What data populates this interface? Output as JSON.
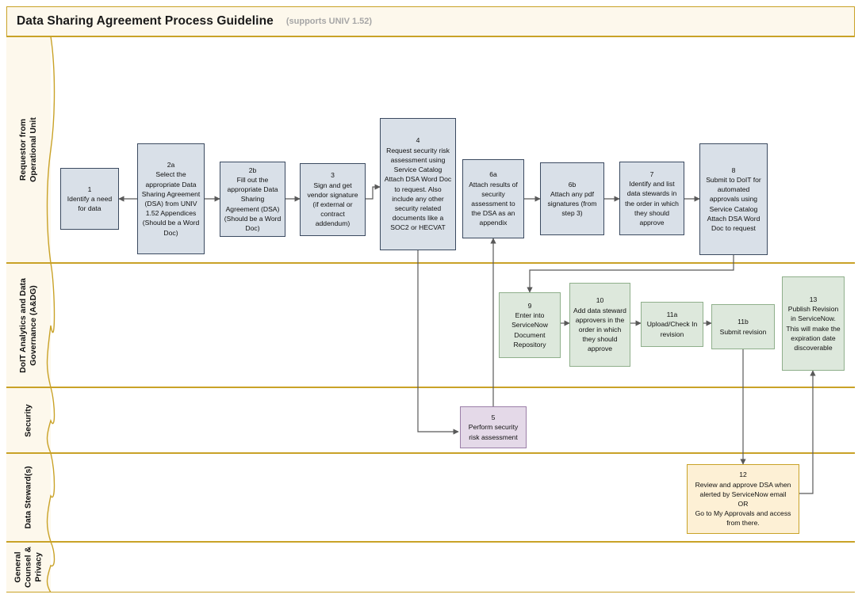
{
  "header": {
    "title": "Data Sharing Agreement Process Guideline",
    "subtitle": "(supports UNIV 1.52)"
  },
  "colors": {
    "frame_border": "#c9a227",
    "lane_header_bg": "#fdf8ec",
    "blue_fill": "#d9e0e8",
    "blue_border": "#3b4a60",
    "green_fill": "#dde8dc",
    "green_border": "#8faf8b",
    "purple_fill": "#e4d9e8",
    "purple_border": "#9b7fa8",
    "tan_fill": "#fdf0d5",
    "tan_border": "#c9a227",
    "connector": "#595959"
  },
  "lanes": [
    {
      "id": "requestor",
      "label": "Requestor from Operational Unit"
    },
    {
      "id": "adg",
      "label": "DoIT Analytics and Data Governance (A&DG)"
    },
    {
      "id": "security",
      "label": "Security"
    },
    {
      "id": "steward",
      "label": "Data Steward(s)"
    },
    {
      "id": "counsel",
      "label": "General Counsel & Privacy"
    }
  ],
  "nodes": [
    {
      "id": "n1",
      "lane": "requestor",
      "color": "blue",
      "num": "1",
      "text": "Identify a need for data"
    },
    {
      "id": "n2a",
      "lane": "requestor",
      "color": "blue",
      "num": "2a",
      "text": "Select the appropriate Data Sharing Agreement (DSA) from UNIV 1.52 Appendices (Should be a Word Doc)"
    },
    {
      "id": "n2b",
      "lane": "requestor",
      "color": "blue",
      "num": "2b",
      "text": "Fill out the appropriate Data Sharing Agreement (DSA) (Should be a Word Doc)"
    },
    {
      "id": "n3",
      "lane": "requestor",
      "color": "blue",
      "num": "3",
      "text": "Sign and get vendor signature (if external or contract addendum)"
    },
    {
      "id": "n4",
      "lane": "requestor",
      "color": "blue",
      "num": "4",
      "text": "Request security risk assessment using Service Catalog Attach DSA Word Doc to request. Also include any other security related documents like a SOC2 or HECVAT"
    },
    {
      "id": "n6a",
      "lane": "requestor",
      "color": "blue",
      "num": "6a",
      "text": "Attach results of security assessment to the DSA as an appendix"
    },
    {
      "id": "n6b",
      "lane": "requestor",
      "color": "blue",
      "num": "6b",
      "text": "Attach any pdf signatures (from step 3)"
    },
    {
      "id": "n7",
      "lane": "requestor",
      "color": "blue",
      "num": "7",
      "text": "Identify and list data stewards in the order in which they should approve"
    },
    {
      "id": "n8",
      "lane": "requestor",
      "color": "blue",
      "num": "8",
      "text": "Submit to DoIT for automated approvals using Service Catalog Attach DSA Word Doc to request"
    },
    {
      "id": "n9",
      "lane": "adg",
      "color": "green",
      "num": "9",
      "text": "Enter into ServiceNow Document Repository"
    },
    {
      "id": "n10",
      "lane": "adg",
      "color": "green",
      "num": "10",
      "text": "Add data steward approvers in the order in which they should approve"
    },
    {
      "id": "n11a",
      "lane": "adg",
      "color": "green",
      "num": "11a",
      "text": "Upload/Check In revision"
    },
    {
      "id": "n11b",
      "lane": "adg",
      "color": "green",
      "num": "11b",
      "text": "Submit revision"
    },
    {
      "id": "n13",
      "lane": "adg",
      "color": "green",
      "num": "13",
      "text": "Publish Revision in ServiceNow. This will make the expiration date discoverable"
    },
    {
      "id": "n5",
      "lane": "security",
      "color": "purple",
      "num": "5",
      "text": "Perform security risk assessment"
    },
    {
      "id": "n12",
      "lane": "steward",
      "color": "tan",
      "num": "12",
      "text": "Review and approve DSA when alerted by ServiceNow email\nOR\nGo to My Approvals and access from there."
    }
  ],
  "flows": [
    {
      "from": "n2a",
      "to": "n1",
      "label": ""
    },
    {
      "from": "n2a",
      "to": "n2b",
      "label": ""
    },
    {
      "from": "n2b",
      "to": "n3",
      "label": ""
    },
    {
      "from": "n3",
      "to": "n4",
      "label": ""
    },
    {
      "from": "n4",
      "to": "n5",
      "label": ""
    },
    {
      "from": "n5",
      "to": "n6a",
      "label": ""
    },
    {
      "from": "n6a",
      "to": "n6b",
      "label": ""
    },
    {
      "from": "n6b",
      "to": "n7",
      "label": ""
    },
    {
      "from": "n7",
      "to": "n8",
      "label": ""
    },
    {
      "from": "n8",
      "to": "n9",
      "label": ""
    },
    {
      "from": "n9",
      "to": "n10",
      "label": ""
    },
    {
      "from": "n10",
      "to": "n11a",
      "label": ""
    },
    {
      "from": "n11a",
      "to": "n11b",
      "label": ""
    },
    {
      "from": "n11b",
      "to": "n12",
      "label": ""
    },
    {
      "from": "n12",
      "to": "n13",
      "label": ""
    }
  ]
}
